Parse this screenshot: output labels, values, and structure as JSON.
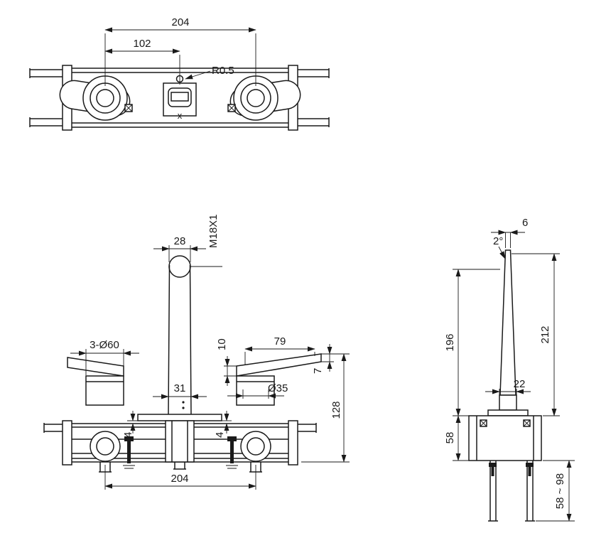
{
  "drawing": {
    "background": "#ffffff",
    "line_color": "#1a1a1a"
  },
  "views": {
    "top": {
      "dims": {
        "width_204": "204",
        "half_102": "102",
        "radius": "R0.5",
        "center_mark": "x"
      }
    },
    "front": {
      "dims": {
        "spout_top_width": "28",
        "thread": "M18X1",
        "escutcheon": "3-Ø60",
        "lever_length": "79",
        "lever_thickness": "10",
        "trim_dia": "Ø35",
        "lever_rise": "7",
        "spout_base_width": "31",
        "height_128": "128",
        "gap_left": "4",
        "gap_right": "4",
        "width_204": "204"
      }
    },
    "side": {
      "dims": {
        "tip_width": "6",
        "taper_angle": "2°",
        "spout_height": "196",
        "overall_height": "212",
        "base_width": "22",
        "body_height": "58",
        "depth_range": "58 ~ 98"
      }
    }
  }
}
